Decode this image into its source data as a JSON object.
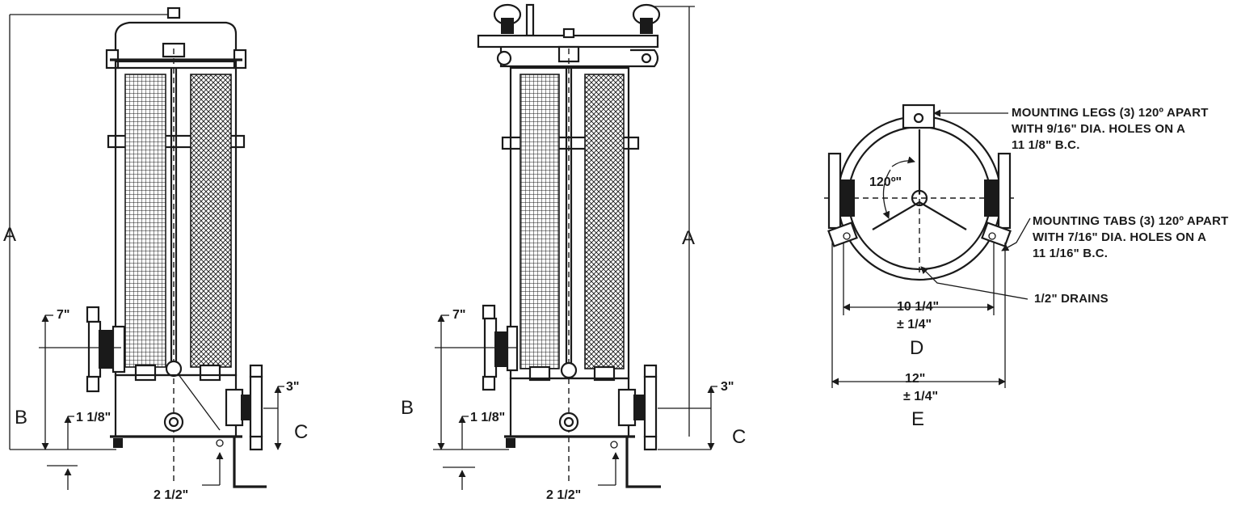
{
  "views": {
    "left": {
      "label_a": "A",
      "label_b": "B",
      "label_c": "C",
      "dim_inlet_height": "7\"",
      "dim_base_offset": "1 1/8\"",
      "dim_outlet_height": "3\"",
      "dim_bottom": "2 1/2\""
    },
    "middle": {
      "label_a": "A",
      "label_b": "B",
      "label_c": "C",
      "dim_inlet_height": "7\"",
      "dim_base_offset": "1 1/8\"",
      "dim_outlet_height": "3\"",
      "dim_bottom": "2 1/2\""
    },
    "top": {
      "angle": "120º\"",
      "dim_d_value": "10 1/4\"",
      "dim_d_tol": "± 1/4\"",
      "label_d": "D",
      "dim_e_value": "12\"",
      "dim_e_tol": "± 1/4\"",
      "label_e": "E",
      "note_legs": [
        "MOUNTING LEGS (3) 120º APART",
        "WITH 9/16\" DIA. HOLES ON A",
        "11 1/8\" B.C."
      ],
      "note_tabs": [
        "MOUNTING TABS (3) 120º APART",
        "WITH 7/16\" DIA. HOLES ON A",
        "11 1/16\" B.C."
      ],
      "note_drains": "1/2\" DRAINS"
    }
  },
  "colors": {
    "ink": "#1a1a1a",
    "paper": "#ffffff"
  }
}
